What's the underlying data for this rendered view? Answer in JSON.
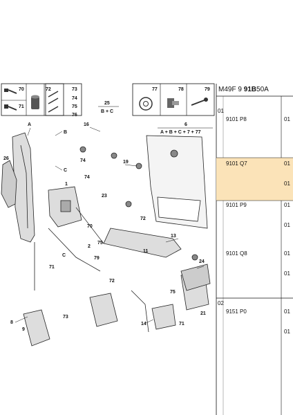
{
  "header": {
    "prefix": "M49F",
    "group": "9",
    "code": "91B",
    "suffix": "50A"
  },
  "legend_boxes": [
    {
      "codes": [
        "70",
        "72",
        "73",
        "74",
        "71",
        "75",
        "76"
      ]
    },
    {
      "codes": [
        "25",
        "B + C"
      ]
    },
    {
      "codes": [
        "77",
        "78",
        "79"
      ]
    },
    {
      "codes": [
        "6",
        "A + B + C + 7 + 77"
      ]
    }
  ],
  "callouts": {
    "A": "A",
    "B": "B",
    "C": "C",
    "C2": "C",
    "n26": "26",
    "n16": "16",
    "n1": "1",
    "n74a": "74",
    "n74b": "74",
    "n19": "19",
    "n72a": "72",
    "n72b": "72",
    "n23": "23",
    "n70": "70",
    "n2": "2",
    "n11": "11",
    "n75": "75",
    "n79": "79",
    "n13": "13",
    "n71": "71",
    "n24": "24",
    "n8": "8",
    "n73": "73",
    "n9": "9",
    "n14": "14",
    "n71b": "71",
    "n21": "21",
    "n75b": "75"
  },
  "table": {
    "rows": [
      {
        "group": "01",
        "ref": "9101 P8",
        "qty": [
          "01"
        ],
        "highlight": false
      },
      {
        "group": "",
        "ref": "9101 Q7",
        "qty": [
          "01",
          "01"
        ],
        "highlight": true
      },
      {
        "group": "",
        "ref": "9101 P9",
        "qty": [
          "01",
          "01"
        ],
        "highlight": false
      },
      {
        "group": "",
        "ref": "9101 Q8",
        "qty": [
          "01",
          "01"
        ],
        "highlight": false
      },
      {
        "group": "02",
        "ref": "9151 P0",
        "qty": [
          "01",
          "01"
        ],
        "highlight": false
      }
    ],
    "highlight_color": "#fbe3b8"
  }
}
